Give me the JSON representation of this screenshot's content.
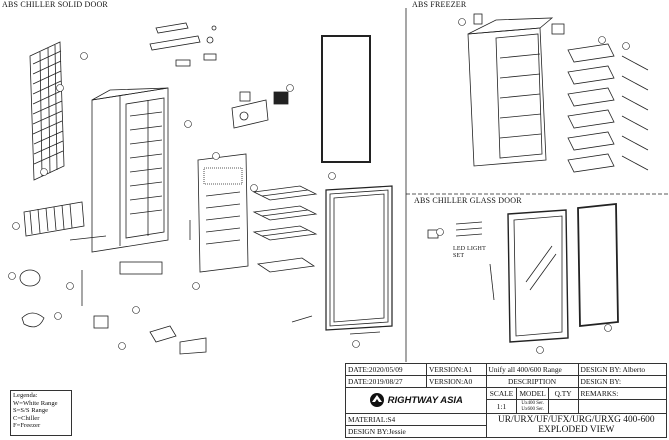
{
  "sections": {
    "chiller_solid": "ABS CHILLER SOLID DOOR",
    "freezer": "ABS FREEZER",
    "chiller_glass": "ABS CHILLER GLASS DOOR"
  },
  "callouts": {
    "led": [
      "LED LIGHT",
      "SET"
    ]
  },
  "legend": {
    "title": "Legenda:",
    "items": [
      "W=White Range",
      "S=S/S Range",
      "C=Chiller",
      "F=Freezer"
    ]
  },
  "title_block": {
    "date1": "DATE:2020/05/09",
    "version1": "VERSION:A1",
    "unify": "Unify all 400/600 Range",
    "design_by1": "DESIGN BY: Alberto",
    "date2": "DATE:2019/08/27",
    "version2": "VERSION:A0",
    "description": "DESCRIPTION",
    "design_by2": "DESIGN BY:",
    "scale": "SCALE",
    "model": "MODEL",
    "qty": "Q.TY",
    "remarks": "REMARKS:",
    "scale_value": "1:1",
    "model_value": [
      "Ux400 Ser.",
      "Ux600 Ser."
    ],
    "logo": "RIGHTWAY ASIA",
    "material": "MATERIAL:S4",
    "design_by3": "DESIGN BY:Jessie",
    "title_line1": "UR/URX/UF/UFX/URG/URXG 400-600",
    "title_line2": "EXPLODED VIEW"
  },
  "colors": {
    "line": "#222222",
    "background": "#ffffff"
  },
  "icons": [
    "rightway-logo-icon"
  ]
}
